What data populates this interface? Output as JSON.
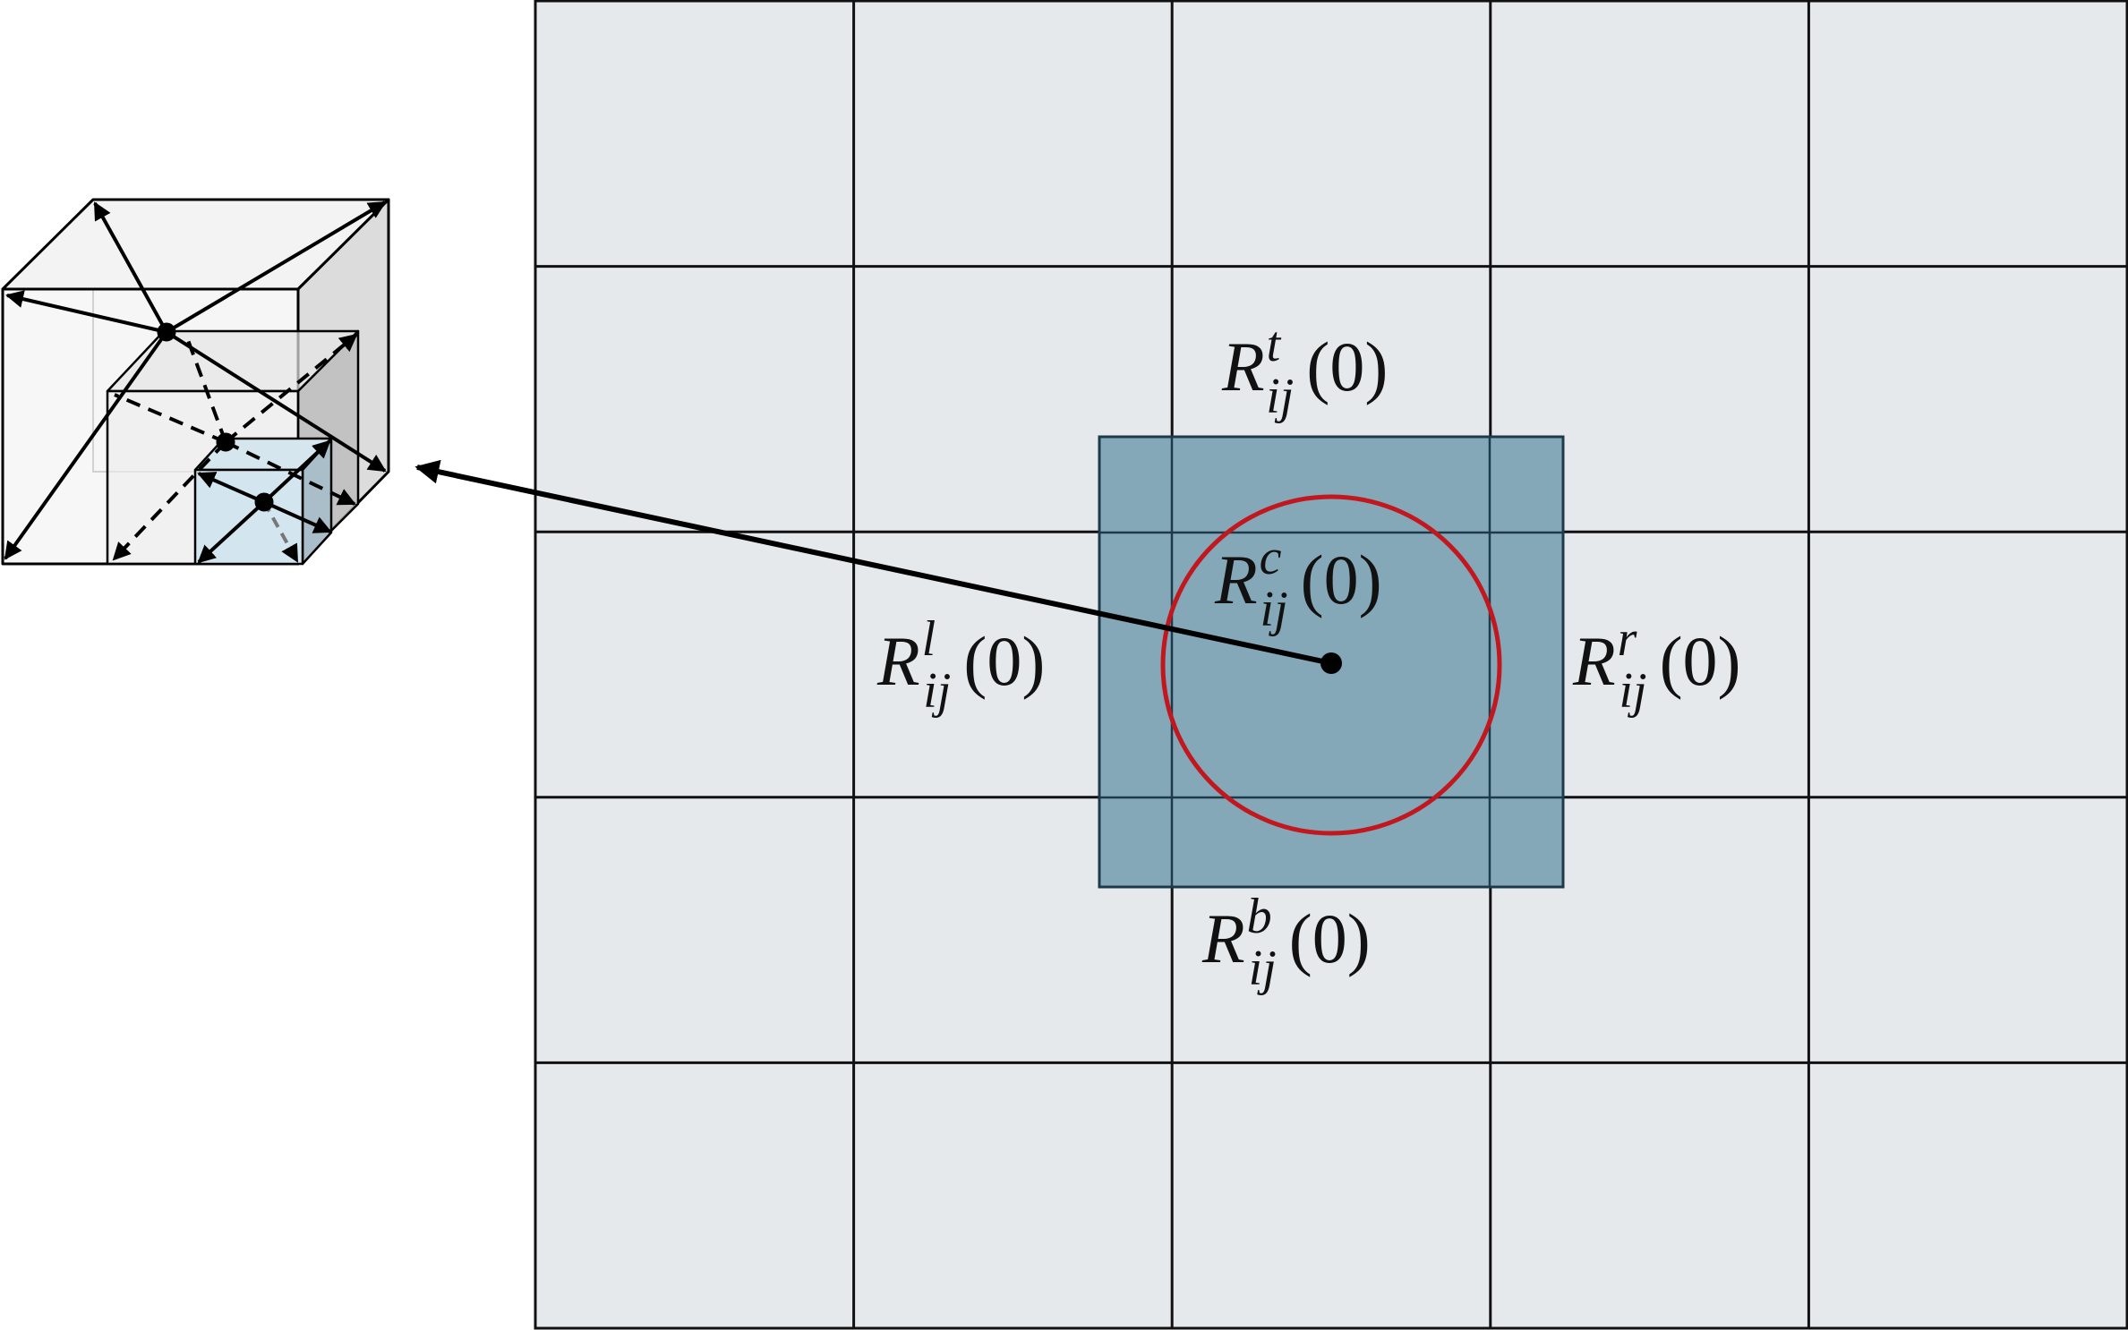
{
  "colors": {
    "grid_fill": "#e5e9ec",
    "grid_line": "#111111",
    "region_fill": "#85a8b8",
    "region_stroke": "#1d3a4a",
    "circle_stroke": "#c0181e",
    "arrow": "#000000",
    "cube_faint": "#f5f5f5",
    "cube_side": "#d9d9d9",
    "cube_inner": "#cfe2ec"
  },
  "grid": {
    "rows": 5,
    "cols": 5
  },
  "labels": {
    "top": {
      "base": "R",
      "sup": "t",
      "sub": "ij",
      "arg": "(0)"
    },
    "center": {
      "base": "R",
      "sup": "c",
      "sub": "ij",
      "arg": "(0)"
    },
    "left": {
      "base": "R",
      "sup": "l",
      "sub": "ij",
      "arg": "(0)"
    },
    "right": {
      "base": "R",
      "sup": "r",
      "sub": "ij",
      "arg": "(0)"
    },
    "bottom": {
      "base": "R",
      "sup": "b",
      "sub": "ij",
      "arg": "(0)"
    }
  },
  "icons": {
    "cube": "nested-cube-icon",
    "center_point": "center-dot-icon",
    "link_arrow": "arrow-left-icon"
  }
}
